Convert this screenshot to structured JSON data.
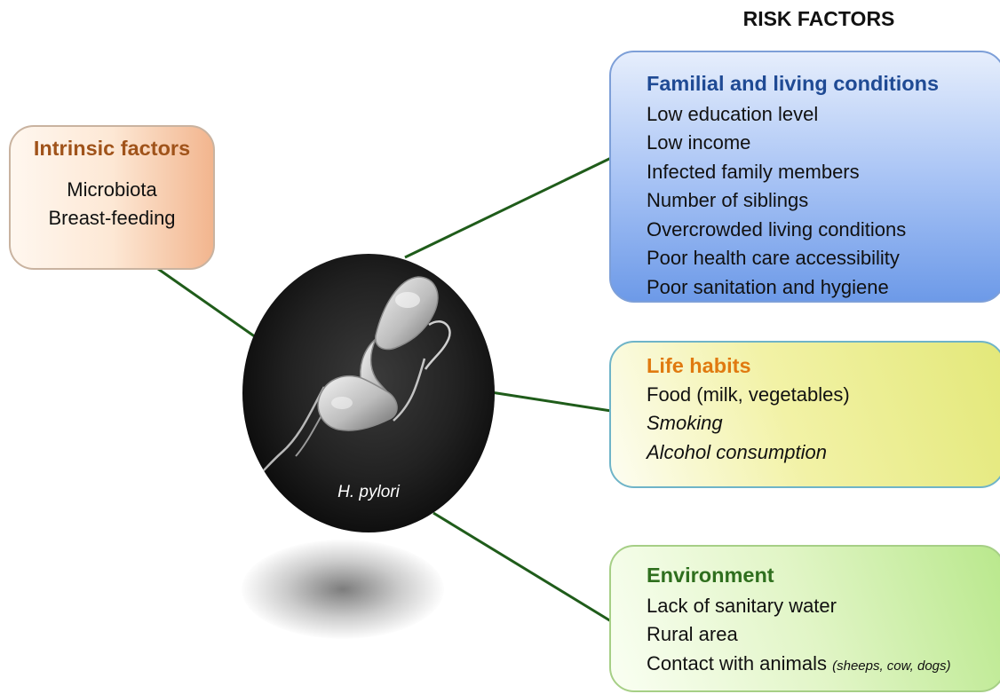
{
  "heading": "RISK FACTORS",
  "center": {
    "label": "H. pylori"
  },
  "intrinsic": {
    "title": "Intrinsic factors",
    "items": [
      "Microbiota",
      "Breast-feeding"
    ]
  },
  "familial": {
    "title": "Familial and living conditions",
    "items": [
      "Low education level",
      "Low income",
      "Infected family members",
      "Number of siblings",
      "Overcrowded living conditions",
      "Poor health care accessibility",
      "Poor sanitation and hygiene"
    ]
  },
  "life_habits": {
    "title": "Life habits",
    "items": [
      "Food (milk, vegetables)",
      "Smoking",
      "Alcohol consumption"
    ]
  },
  "environment": {
    "title": "Environment",
    "items": [
      "Lack of sanitary water",
      "Rural area",
      "Contact with animals"
    ],
    "animals_note": "(sheeps, cow, dogs)"
  },
  "colors": {
    "connector": "#1f5c1a",
    "intrinsic_title": "#a0531a",
    "familial_title": "#1f4a94",
    "life_title": "#e07a10",
    "environment_title": "#2f6f1e"
  }
}
